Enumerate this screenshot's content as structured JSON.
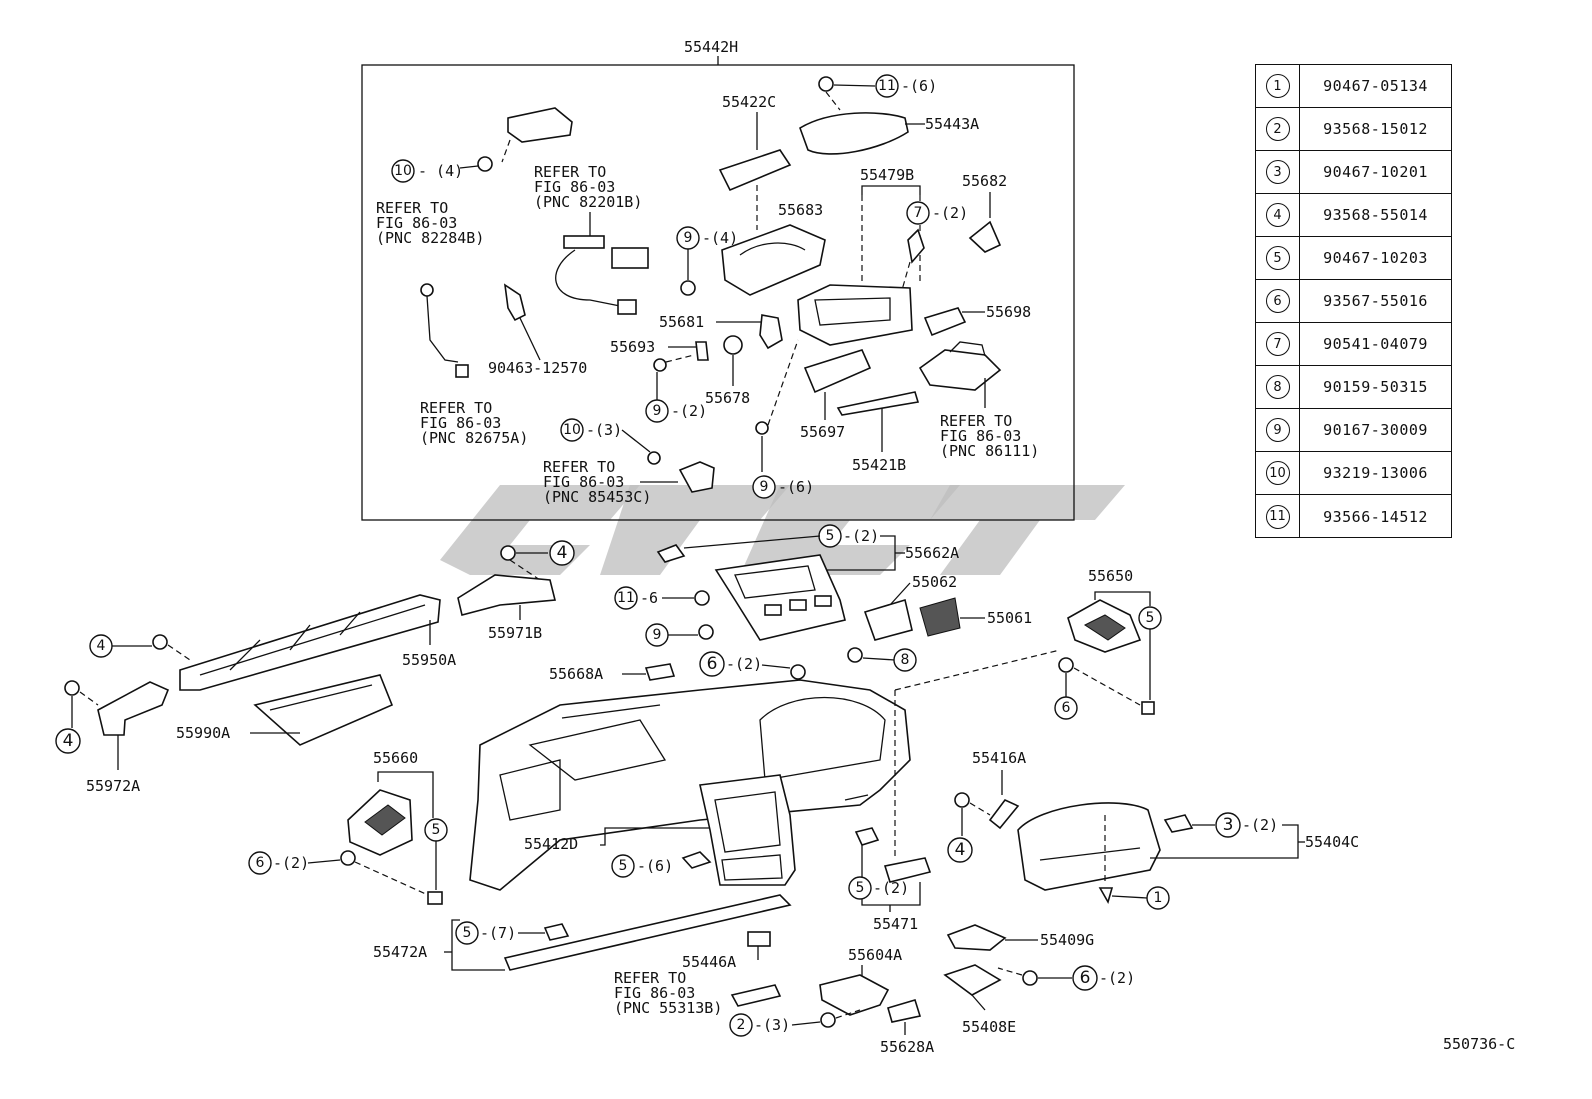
{
  "diagram_code": "550736-C",
  "group_label": "55442H",
  "legend": [
    {
      "num": "1",
      "part": "90467-05134"
    },
    {
      "num": "2",
      "part": "93568-15012"
    },
    {
      "num": "3",
      "part": "90467-10201"
    },
    {
      "num": "4",
      "part": "93568-55014"
    },
    {
      "num": "5",
      "part": "90467-10203"
    },
    {
      "num": "6",
      "part": "93567-55016"
    },
    {
      "num": "7",
      "part": "90541-04079"
    },
    {
      "num": "8",
      "part": "90159-50315"
    },
    {
      "num": "9",
      "part": "90167-30009"
    },
    {
      "num": "10",
      "part": "93219-13006"
    },
    {
      "num": "11",
      "part": "93566-14512"
    }
  ],
  "parts": {
    "p55422C": "55422C",
    "p55443A": "55443A",
    "p55479B": "55479B",
    "p55682": "55682",
    "p55683": "55683",
    "p55698": "55698",
    "p55681": "55681",
    "p55693": "55693",
    "p55678": "55678",
    "p55697": "55697",
    "p55421B": "55421B",
    "p90463": "90463-12570",
    "p55662A": "55662A",
    "p55062": "55062",
    "p55061": "55061",
    "p55650": "55650",
    "p55971B": "55971B",
    "p55950A": "55950A",
    "p55990A": "55990A",
    "p55972A": "55972A",
    "p55668A": "55668A",
    "p55660": "55660",
    "p55412D": "55412D",
    "p55416A": "55416A",
    "p55404C": "55404C",
    "p55471": "55471",
    "p55472A": "55472A",
    "p55446A": "55446A",
    "p55604A": "55604A",
    "p55409G": "55409G",
    "p55408E": "55408E",
    "p55628A": "55628A"
  },
  "refs": {
    "r1a": "REFER TO",
    "r1b": "FIG 86-03",
    "r1c": "(PNC 82201B)",
    "r2a": "REFER TO",
    "r2b": "FIG 86-03",
    "r2c": "(PNC 82284B)",
    "r3a": "REFER TO",
    "r3b": "FIG 86-03",
    "r3c": "(PNC 82675A)",
    "r4a": "REFER TO",
    "r4b": "FIG 86-03",
    "r4c": "(PNC 85453C)",
    "r5a": "REFER TO",
    "r5b": "FIG 86-03",
    "r5c": "(PNC 86111)",
    "r6a": "REFER TO",
    "r6b": "FIG 86-03",
    "r6c": "(PNC 55313B)"
  },
  "qty": {
    "q11_6": "-(6)",
    "q10_4": "- (4)",
    "q9_4": "-(4)",
    "q7_2": "-(2)",
    "q9_2": "-(2)",
    "q10_3": "-(3)",
    "q9_6": "-(6)",
    "q5_2a": "-(2)",
    "q11_dash6": "-6",
    "q6_2a": "-(2)",
    "q6_2b": "-(2)",
    "q5_6": "-(6)",
    "q5_2b": "-(2)",
    "q3_2": "-(2)",
    "q5_7": "-(7)",
    "q2_3": "-(3)",
    "q6_2c": "-(2)"
  }
}
